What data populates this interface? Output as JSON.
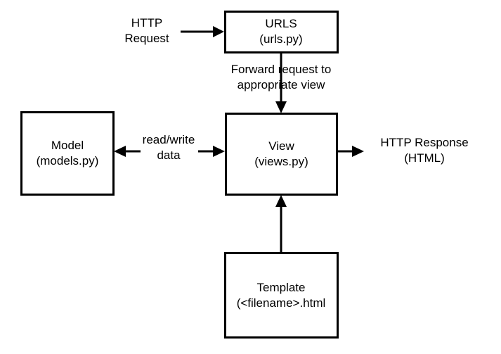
{
  "diagram": {
    "title": "Django request/response flow",
    "stroke_color": "#000000",
    "background_color": "#ffffff",
    "nodes": [
      {
        "id": "urls",
        "line1": "URLS",
        "line2": "(urls.py)"
      },
      {
        "id": "view",
        "line1": "View",
        "line2": "(views.py)"
      },
      {
        "id": "model",
        "line1": "Model",
        "line2": "(models.py)"
      },
      {
        "id": "template",
        "line1": "Template",
        "line2": "(<filename>.html"
      }
    ],
    "edge_labels": {
      "http_request_line1": "HTTP",
      "http_request_line2": "Request",
      "forward_line1": "Forward request to",
      "forward_line2": "appropriate view",
      "readwrite_line1": "read/write",
      "readwrite_line2": "data",
      "http_response_line1": "HTTP Response",
      "http_response_line2": "(HTML)"
    }
  }
}
